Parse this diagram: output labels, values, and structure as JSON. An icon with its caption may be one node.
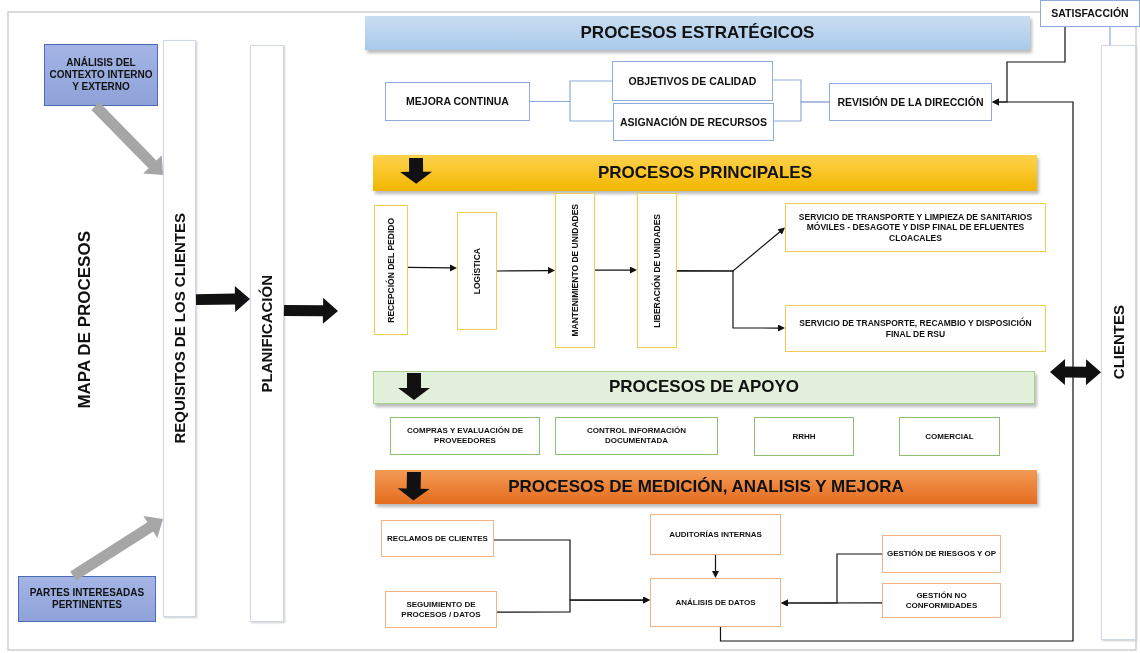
{
  "diagram": {
    "nodes": [
      {
        "text": [
          "ANÁLISIS DEL CONTEXTO INTERNO Y EXTERNO"
        ]
      },
      {
        "text": [
          "PARTES INTERESADAS PERTINENTES"
        ]
      },
      {
        "text": [
          "REQUISITOS DE LOS CLIENTES"
        ]
      },
      {
        "text": [
          "PLANIFICACIÓN"
        ]
      },
      {
        "text": [
          "PROCESOS ESTRATÉGICOS"
        ]
      },
      {
        "text": [
          "MEJORA CONTINUA"
        ]
      },
      {
        "text": [
          "OBJETIVOS DE CALIDAD"
        ]
      },
      {
        "text": [
          "ASIGNACIÓN DE RECURSOS"
        ]
      },
      {
        "text": [
          "REVISIÓN DE LA DIRECCIÓN"
        ]
      },
      {
        "text": [
          "SATISFACCIÓN"
        ]
      },
      {
        "text": [
          "CLIENTES"
        ]
      },
      {
        "text": [
          "PROCESOS PRINCIPALES"
        ]
      },
      {
        "text": [
          "RECEPCIÓN DEL PEDIDO"
        ]
      },
      {
        "text": [
          "LOGÍSTICA"
        ]
      },
      {
        "text": [
          "MANTENIMIENTO DE UNIDADES"
        ]
      },
      {
        "text": [
          "LIBERACIÓN DE UNIDADES"
        ]
      },
      {
        "text": [
          "SERVICIO DE TRANSPORTE Y LIMPIEZA DE SANITARIOS MÓVILES - DESAGOTE Y DISP FINAL DE EFLUENTES CLOACALES"
        ]
      },
      {
        "text": [
          "SERVICIO DE TRANSPORTE, RECAMBIO Y DISPOSICIÓN FINAL DE RSU"
        ]
      },
      {
        "text": [
          "PROCESOS DE APOYO"
        ]
      },
      {
        "text": [
          "COMPRAS Y EVALUACIÓN DE PROVEEDORES"
        ]
      },
      {
        "text": [
          "CONTROL INFORMACIÓN DOCUMENTADA"
        ]
      },
      {
        "text": [
          "RRHH"
        ]
      },
      {
        "text": [
          "COMERCIAL"
        ]
      },
      {
        "text": [
          "PROCESOS DE MEDICIÓN, ANALISIS Y MEJORA"
        ]
      },
      {
        "text": [
          "RECLAMOS DE CLIENTES"
        ]
      },
      {
        "text": [
          "SEGUIMIENTO DE PROCESOS / DATOS"
        ]
      },
      {
        "text": [
          "AUDITORÍAS INTERNAS"
        ]
      },
      {
        "text": [
          "ANÁLISIS DE DATOS"
        ]
      },
      {
        "text": [
          "GESTIÓN DE RIESGOS Y OP"
        ]
      },
      {
        "text": [
          "GESTIÓN NO CONFORMIDADES"
        ]
      }
    ],
    "edges": [
      {
        "from": 0,
        "to": 2,
        "arrow": "to",
        "style": "thick",
        "color": "#a6a6a6"
      },
      {
        "from": 1,
        "to": 2,
        "arrow": "to",
        "style": "thick",
        "color": "#a6a6a6"
      },
      {
        "from": 2,
        "to": 3,
        "arrow": "to",
        "style": "thick"
      },
      {
        "from": 3,
        "to": null,
        "arrow": "to",
        "style": "thick"
      },
      {
        "from": null,
        "to": 10,
        "arrow": "both",
        "style": "thick"
      },
      {
        "from": 5,
        "to": 6,
        "arrow": "none",
        "color": "#8faadc"
      },
      {
        "from": 5,
        "to": 7,
        "arrow": "none",
        "color": "#8faadc"
      },
      {
        "from": 6,
        "to": 8,
        "arrow": "none",
        "color": "#8faadc"
      },
      {
        "from": 7,
        "to": 8,
        "arrow": "none",
        "color": "#8faadc"
      },
      {
        "from": 9,
        "to": 8,
        "arrow": "to"
      },
      {
        "from": 27,
        "to": 8,
        "arrow": "to"
      },
      {
        "from": 9,
        "to": 10,
        "arrow": "none",
        "color": "#8faadc"
      },
      {
        "from": 12,
        "to": 13,
        "arrow": "to"
      },
      {
        "from": 13,
        "to": 14,
        "arrow": "to"
      },
      {
        "from": 14,
        "to": 15,
        "arrow": "to"
      },
      {
        "from": 15,
        "to": 16,
        "arrow": "to"
      },
      {
        "from": 15,
        "to": 17,
        "arrow": "to"
      },
      {
        "from": 24,
        "to": 27,
        "arrow": "to"
      },
      {
        "from": 25,
        "to": 27,
        "arrow": "to"
      },
      {
        "from": 26,
        "to": 27,
        "arrow": "to"
      },
      {
        "from": 28,
        "to": 27,
        "arrow": "to"
      },
      {
        "from": 29,
        "to": 27,
        "arrow": "to"
      },
      {
        "from": null,
        "to": 11,
        "arrow": "to",
        "style": "thick"
      },
      {
        "from": null,
        "to": 18,
        "arrow": "to",
        "style": "thick"
      },
      {
        "from": null,
        "to": 23,
        "arrow": "to",
        "style": "thick"
      }
    ],
    "labels": [
      "MAPA DE PROCESOS"
    ]
  }
}
